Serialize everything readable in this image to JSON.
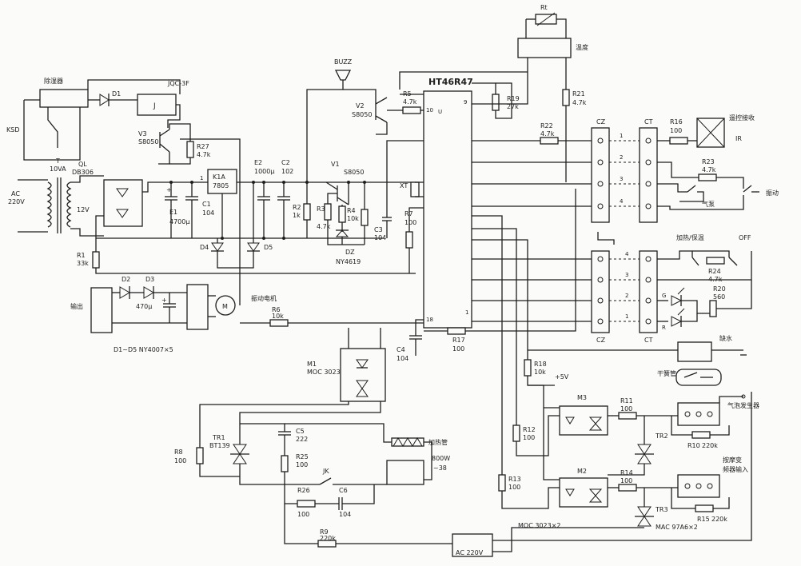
{
  "labels": {
    "filter": "除湿器",
    "relay": "JQC-3F",
    "ksd": "KSD",
    "d1": "D1",
    "j": "J",
    "v3": "V3",
    "v3_type": "S8050",
    "r27": "R27",
    "r27_val": "4.7k",
    "transformer": "T",
    "transformer_va": "10VA",
    "ac": "AC",
    "ac_volt": "220V",
    "v12": "12V",
    "ql": "QL",
    "ql_type": "DB306",
    "e1": "E1",
    "e1_val": "4700μ",
    "c1": "C1",
    "c1_val": "104",
    "reg": "K1A",
    "reg_type": "7805",
    "e2": "E2",
    "e2_val": "1000μ",
    "c2": "C2",
    "c2_val": "102",
    "d4": "D4",
    "d5": "D5",
    "r1": "R1",
    "r1_val": "33k",
    "r2": "R2",
    "r2_val": "1k",
    "buzz": "BUZZ",
    "v2": "V2",
    "v2_type": "S8050",
    "v1": "V1",
    "v1_type": "S8050",
    "r3": "R3",
    "r3_val": "4.7k",
    "r4": "R4",
    "r4_val": "10k",
    "c3": "C3",
    "c3_val": "104",
    "dz": "DZ",
    "dz_type": "NY4619",
    "mcu": "HT46R47",
    "pin10": "10",
    "pin_u": "U",
    "pin9": "9",
    "pin18": "18",
    "pin1": "1",
    "r5": "R5",
    "r5_val": "4.7k",
    "r19": "R19",
    "r19_val": "27k",
    "xt": "XT",
    "r7": "R7",
    "r7_val": "100",
    "rt": "Rt",
    "temp": "温度",
    "r21": "R21",
    "r21_val": "4.7k",
    "r22": "R22",
    "r22_val": "4.7k",
    "cz": "CZ",
    "ct": "CT",
    "r16": "R16",
    "r16_val": "100",
    "remote": "遥控接收",
    "ir": "IR",
    "r23": "R23",
    "r23_val": "4.7k",
    "airpump": "气泵",
    "vibrate": "振动",
    "heat_keep": "加热/保温",
    "off": "OFF",
    "r24": "R24",
    "r24_val": "4.7k",
    "r20": "R20",
    "r20_val": "560",
    "led_g": "G",
    "led_r": "R",
    "lowwater": "缺水",
    "reed": "干簧管",
    "output": "输出",
    "d2": "D2",
    "d3": "D3",
    "cap470": "470μ",
    "motor": "振动电机",
    "motor_m": "M",
    "r6": "R6",
    "r6_val": "10k",
    "diodes": "D1~D5 NY4007×5",
    "m1": "M1",
    "m1_type": "MOC 3023",
    "c4": "C4",
    "c4_val": "104",
    "r17": "R17",
    "r17_val": "100",
    "r18": "R18",
    "r18_val": "10k",
    "plus5v": "+5V",
    "m2": "M2",
    "m3": "M3",
    "r11": "R11",
    "r11_val": "100",
    "r12": "R12",
    "r12_val": "100",
    "r13": "R13",
    "r13_val": "100",
    "r14": "R14",
    "r14_val": "100",
    "moc_x2": "MOC 3023×2",
    "tr2": "TR2",
    "tr3": "TR3",
    "mac_x2": "MAC 97A6×2",
    "bubble": "气泡发生器",
    "r10": "R10",
    "r10_val": "220k",
    "massage": "按摩变",
    "massage2": "频器输入",
    "r15": "R15",
    "r15_val": "220k",
    "r8": "R8",
    "r8_val": "100",
    "tr1": "TR1",
    "tr1_type": "BT139",
    "c5": "C5",
    "c5_val": "222",
    "r25": "R25",
    "r25_val": "100",
    "jk": "JK",
    "r26": "R26",
    "r26_val": "100",
    "c6": "C6",
    "c6_val": "104",
    "heater": "加热管",
    "heater_w": "800W",
    "heater_v": "~38",
    "r9": "R9",
    "r9_val": "220k",
    "ac220": "AC 220V",
    "n1": "1",
    "n2": "2",
    "n3": "3",
    "n4": "4",
    "p1": "1",
    "p2": "2",
    "p3": "3",
    "p4": "4"
  }
}
